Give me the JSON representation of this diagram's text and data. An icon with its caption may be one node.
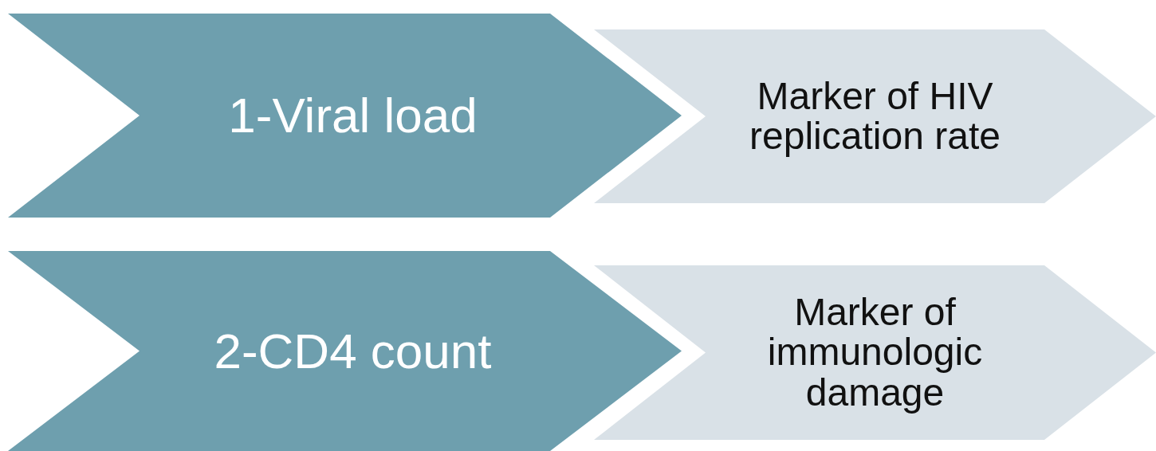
{
  "diagram": {
    "nodes": [
      {
        "text": [
          "1-Viral load"
        ]
      },
      {
        "text": [
          "Marker of HIV replication rate"
        ]
      },
      {
        "text": [
          "2-CD4 count"
        ]
      },
      {
        "text": [
          "Marker of immunologic damage"
        ]
      }
    ]
  }
}
